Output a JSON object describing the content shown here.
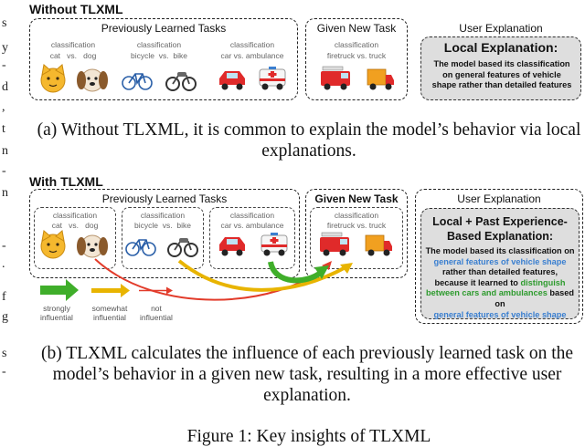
{
  "panel_a": {
    "title": "Without TLXML",
    "previous_header": "Previously Learned Tasks",
    "new_header": "Given New Task",
    "explain_header": "User Explanation",
    "tasks": [
      {
        "label": "classification",
        "a": "cat",
        "vs": "vs.",
        "b": "dog"
      },
      {
        "label": "classification",
        "a": "bicycle",
        "vs": "vs.",
        "b": "bike"
      },
      {
        "label": "classification",
        "a": "car",
        "vs": "vs.",
        "b": "ambulance"
      }
    ],
    "new_task": {
      "label": "classification",
      "a": "firetruck",
      "vs": "vs.",
      "b": "truck"
    },
    "explanation_title": "Local Explanation:",
    "explanation_text": "The model based its classification on general features of vehicle shape rather than detailed features"
  },
  "caption_a": "(a) Without TLXML, it is common to explain the model’s behavior via local explanations.",
  "panel_b": {
    "title": "With TLXML",
    "previous_header": "Previously Learned Tasks",
    "new_header": "Given New Task",
    "explain_header": "User Explanation",
    "tasks": [
      {
        "label": "classification",
        "a": "cat",
        "vs": "vs.",
        "b": "dog"
      },
      {
        "label": "classification",
        "a": "bicycle",
        "vs": "vs.",
        "b": "bike"
      },
      {
        "label": "classification",
        "a": "car",
        "vs": "vs.",
        "b": "ambulance"
      }
    ],
    "new_task": {
      "label": "classification",
      "a": "firetruck",
      "vs": "vs.",
      "b": "truck"
    },
    "explanation_title_1": "Local + Past Experience-",
    "explanation_title_2": "Based Explanation:",
    "exp_p1": "The model based its classification on",
    "exp_blue1": "general features of vehicle shape",
    "exp_p2": "rather than detailed features,",
    "exp_p3": "because it learned to",
    "exp_green": "distinguish between cars and ambulances",
    "exp_p4": "based on",
    "exp_blue2": "general features of vehicle shape",
    "legend": [
      {
        "label": "strongly influential",
        "color": "#3fae2a",
        "strength": "strong"
      },
      {
        "label": "somewhat influential",
        "color": "#e8b400",
        "strength": "medium"
      },
      {
        "label": "not influential",
        "color": "#e23b2a",
        "strength": "weak"
      }
    ]
  },
  "caption_b": "(b) TLXML calculates the influence of each previously learned task on the model’s behavior in a given new task, resulting in a more effective user explanation.",
  "figure_caption": "Figure 1: Key insights of TLXML",
  "left_margin_marks": [
    "s",
    "y",
    "-",
    "d",
    ",",
    "t",
    "n",
    "-",
    "n",
    "-",
    ".",
    "f",
    "g",
    "s",
    "-"
  ],
  "icons": {
    "cat": "cat-face-emoji",
    "dog": "dog-face-emoji",
    "bicycle": "bicycle-emoji",
    "bike": "motorcycle-emoji",
    "car": "red-car-emoji",
    "ambulance": "ambulance-emoji",
    "firetruck": "fire-engine-emoji",
    "truck": "delivery-truck-emoji"
  }
}
